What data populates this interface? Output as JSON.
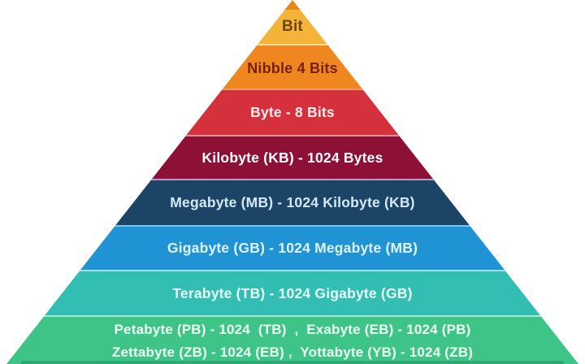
{
  "diagram": {
    "title": "Data measurement units pyramid",
    "apex_shade_color": "#E2891C",
    "bottom_shade_color": "#2BA671",
    "levels": [
      {
        "id": "bit",
        "label": "Bit",
        "bg": "#F4B43A",
        "text_color": "#6F4407",
        "separator": ""
      },
      {
        "id": "nibble",
        "label": "Nibble 4 Bits",
        "bg": "#F0861F",
        "text_color": "#77220C",
        "separator": "#F8DE9C"
      },
      {
        "id": "byte",
        "label": "Byte - 8 Bits",
        "bg": "#D5313D",
        "text_color": "#FBEDED",
        "separator": "#EC9B70"
      },
      {
        "id": "kilobyte",
        "label": "Kilobyte (KB) - 1024 Bytes",
        "bg": "#8D1137",
        "text_color": "#FFFFFF",
        "separator": "#E18F9B"
      },
      {
        "id": "megabyte",
        "label": "Megabyte (MB) - 1024 Kilobyte (KB)",
        "bg": "#1C4467",
        "text_color": "#D5E9F7",
        "separator": "#B39BC1"
      },
      {
        "id": "gigabyte",
        "label": "Gigabyte (GB) - 1024 Megabyte (MB)",
        "bg": "#1F93D3",
        "text_color": "#DFF4FF",
        "separator": "#7AC6EB"
      },
      {
        "id": "terabyte",
        "label": "Terabyte (TB) - 1024 Gigabyte (GB)",
        "bg": "#33BEB4",
        "text_color": "#E9FFFC",
        "separator": "#9FE2E9"
      },
      {
        "id": "petabyte-yottabyte",
        "label": "",
        "lines": [
          "Petabyte (PB) - 1024  (TB)  ,  Exabyte (EB) - 1024 (PB)",
          "Zettabyte (ZB) - 1024 (EB) ,  Yottabyte (YB) - 1024 (ZB)"
        ],
        "bg": "#3EC487",
        "text_color": "#ECFFF4",
        "separator": "#A9E7CE"
      }
    ]
  }
}
